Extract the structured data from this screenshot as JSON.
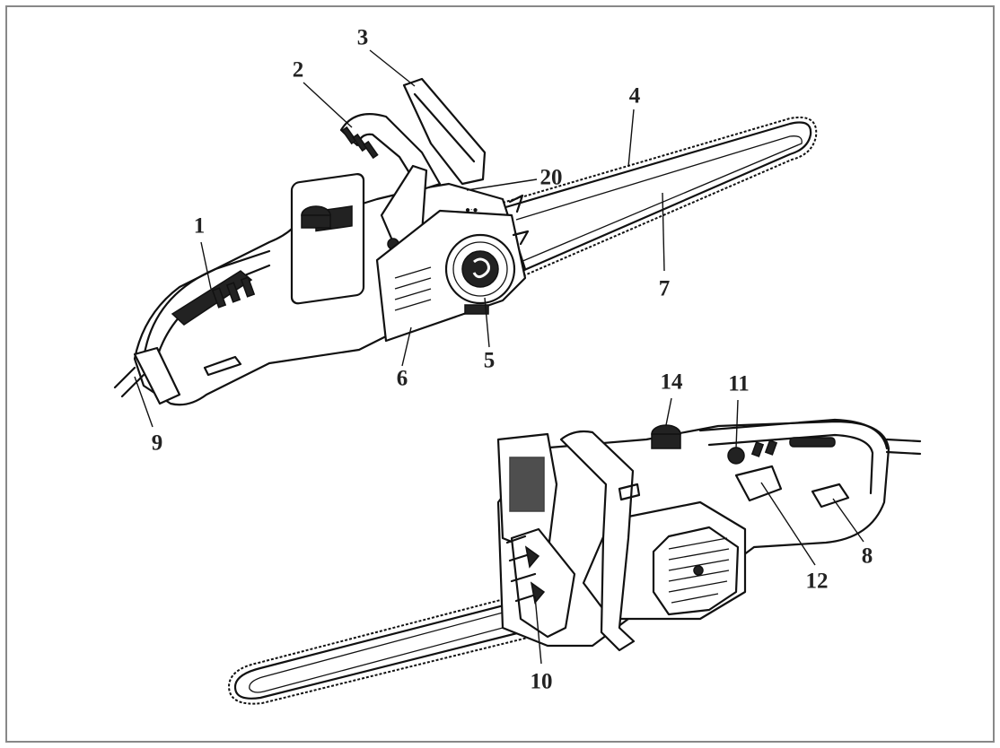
{
  "labels": {
    "l1": "1",
    "l2": "2",
    "l3": "3",
    "l4": "4",
    "l5": "5",
    "l6": "6",
    "l7": "7",
    "l8": "8",
    "l9": "9",
    "l10": "10",
    "l11": "11",
    "l12": "12",
    "l14": "14",
    "l20": "20"
  }
}
